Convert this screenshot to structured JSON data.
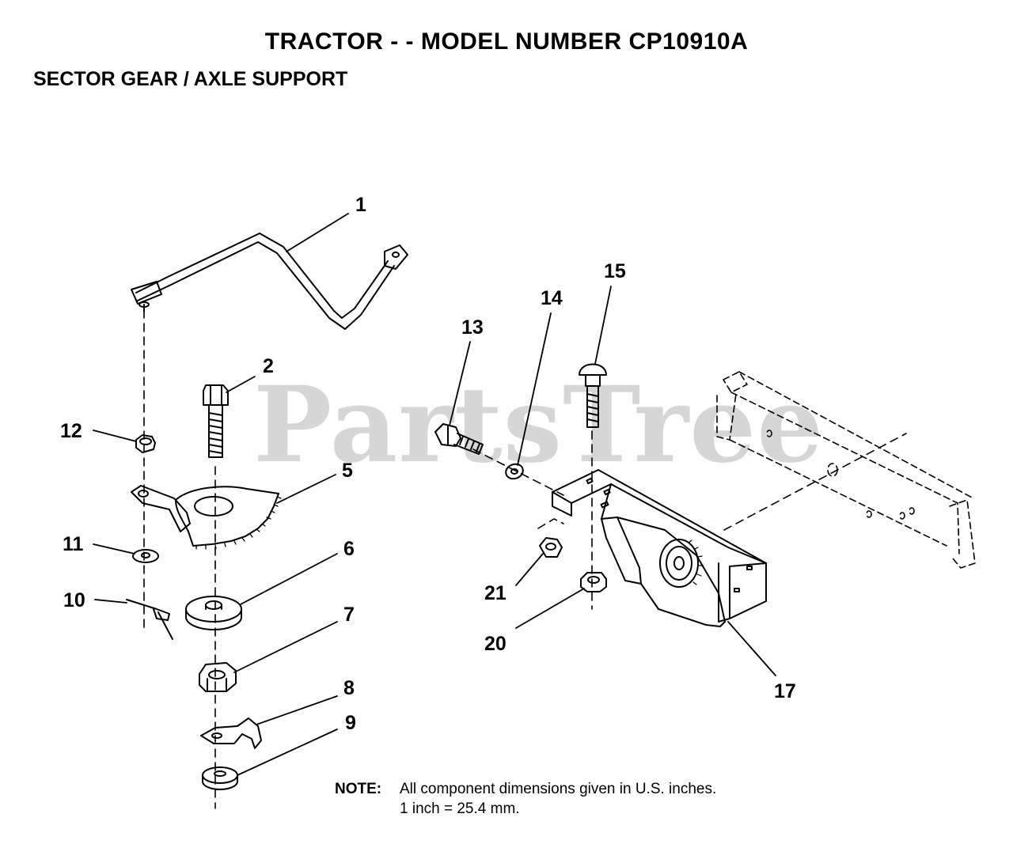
{
  "title": "TRACTOR - - MODEL NUMBER CP10910A",
  "subtitle": "SECTOR GEAR / AXLE SUPPORT",
  "watermark": "PartsTree",
  "callouts": {
    "c1": "1",
    "c2": "2",
    "c5": "5",
    "c6": "6",
    "c7": "7",
    "c8": "8",
    "c9": "9",
    "c10": "10",
    "c11": "11",
    "c12": "12",
    "c13": "13",
    "c14": "14",
    "c15": "15",
    "c17": "17",
    "c20": "20",
    "c21": "21"
  },
  "note": {
    "label": "NOTE:",
    "line1": "All component dimensions given in U.S. inches.",
    "line2": "1 inch = 25.4 mm."
  }
}
